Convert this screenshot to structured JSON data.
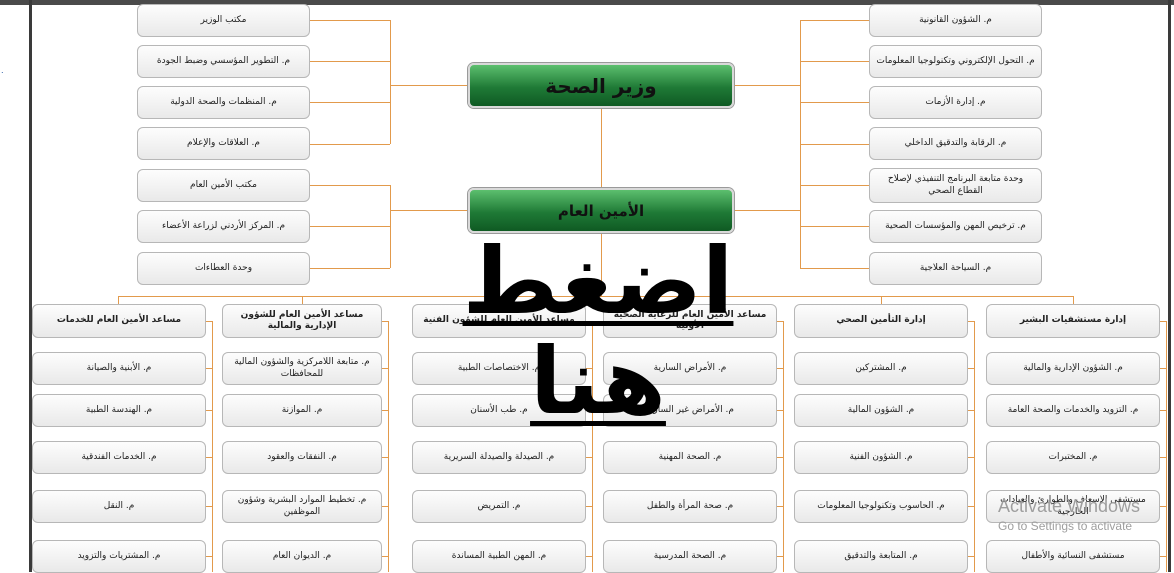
{
  "diagram": {
    "minister": "وزير الصحة",
    "secretary_general": "الأمين العام",
    "left_top_column": [
      "مكتب الوزير",
      "م. التطوير المؤسسي وضبط الجودة",
      "م. المنظمات والصحة الدولية",
      "م. العلاقات والإعلام"
    ],
    "left_sec_column": [
      "مكتب الأمين العام",
      "م. المركز الأردني لزراعة الأعضاء",
      "وحدة العطاءات"
    ],
    "right_top_column": [
      "م. الشؤون القانونية",
      "م. التحول الإلكتروني وتكنولوجيا المعلومات",
      "م. إدارة الأزمات",
      "م. الرقابة والتدقيق الداخلي",
      "وحدة متابعة البرنامج التنفيذي لإصلاح القطاع الصحي",
      "م. ترخيص المهن والمؤسسات الصحية",
      "م. السياحة العلاجية"
    ],
    "columns": [
      {
        "head": "مساعد الأمين العام للخدمات",
        "items": [
          "م. الأبنية والصيانة",
          "م. الهندسة الطبية",
          "م. الخدمات الفندقية",
          "م. النقل",
          "م. المشتريات والتزويد"
        ]
      },
      {
        "head": "مساعد الأمين العام للشؤون الإدارية والمالية",
        "items": [
          "م. متابعة اللامركزية والشؤون المالية للمحافظات",
          "م. الموازنة",
          "م. النفقات والعقود",
          "م. تخطيط الموارد البشرية وشؤون الموظفين",
          "م. الديوان العام"
        ]
      },
      {
        "head": "مساعد الأمين العام للشؤون الفنية",
        "items": [
          "م. الاختصاصات الطبية",
          "م. طب الأسنان",
          "م. الصيدلة والصيدلة السريرية",
          "م. التمريض",
          "م. المهن الطبية المساندة"
        ]
      },
      {
        "head": "مساعد الأمين العام للرعاية الصحية الأولية",
        "items": [
          "م. الأمراض السارية",
          "م. الأمراض غير السارية",
          "م. الصحة المهنية",
          "م. صحة المرأة والطفل",
          "م. الصحة المدرسية"
        ]
      },
      {
        "head": "إدارة التأمين الصحي",
        "items": [
          "م. المشتركين",
          "م. الشؤون المالية",
          "م. الشؤون الفنية",
          "م. الحاسوب وتكنولوجيا المعلومات",
          "م. المتابعة والتدقيق"
        ]
      },
      {
        "head": "إدارة مستشفيات البشير",
        "items": [
          "م. الشؤون الإدارية والمالية",
          "م. التزويد والخدمات والصحة العامة",
          "م. المختبرات",
          "مستشفى الإسعاف والطوارئ والعيادات الخارجية",
          "مستشفى النسائية والأطفال"
        ]
      }
    ]
  },
  "overlay_text": "اضغط هنا",
  "watermark": {
    "title": "Activate Windows",
    "subtitle": "Go to Settings to activate"
  },
  "colors": {
    "connector": "#e29a4c",
    "green_box": "#1f7a36",
    "frame": "#3a3a3a"
  }
}
